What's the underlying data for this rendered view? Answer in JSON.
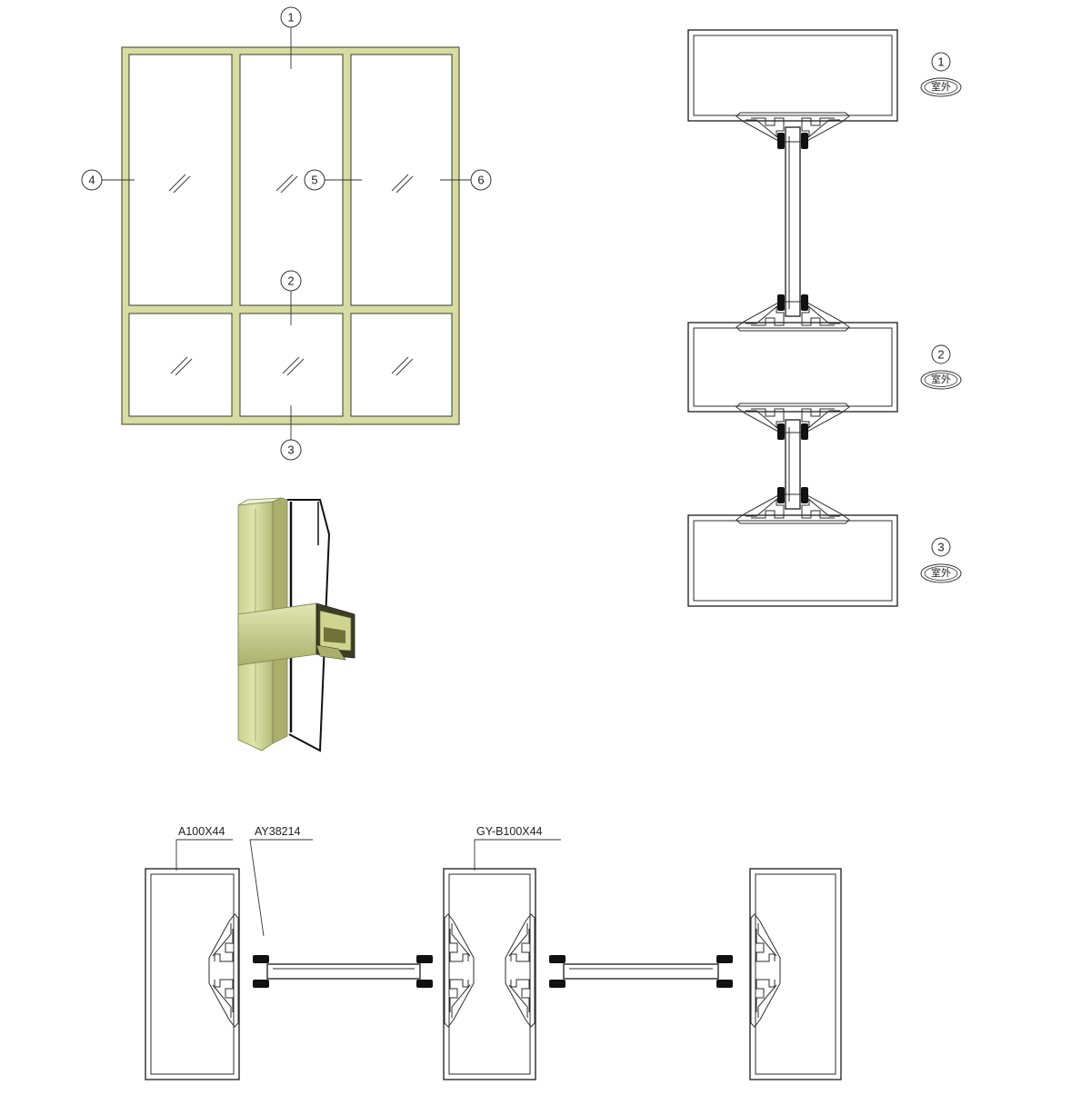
{
  "elevation": {
    "callouts": [
      "1",
      "2",
      "3",
      "4",
      "5",
      "6"
    ]
  },
  "vertical_section": {
    "numbers": [
      "1",
      "2",
      "3"
    ],
    "side_label": "室外"
  },
  "horizontal_section": {
    "labels": [
      "A100X44",
      "AY38214",
      "GY-B100X44"
    ]
  }
}
